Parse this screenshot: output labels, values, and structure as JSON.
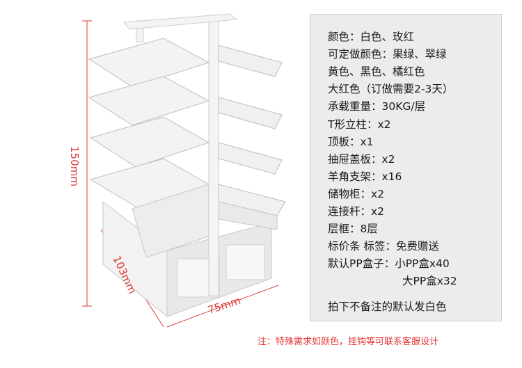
{
  "dimensions": {
    "height": "150mm",
    "depth": "103mm",
    "width": "75mm"
  },
  "specs": {
    "lines": [
      "颜色：白色、玫红",
      "可定做颜色：果绿、翠绿",
      "黄色、黑色、橘红色",
      "大红色（订做需要2-3天）",
      "承载重量：30KG/层",
      "T形立柱：x2",
      "顶板：x1",
      "抽屉盖板：x2",
      "羊角支架：x16",
      "储物柜：x2",
      "连接杆：x2",
      "层框：8层",
      "标价条 标签：免费赠送",
      "默认PP盒子：小PP盒x40",
      "大PP盒x32",
      "拍下不备注的默认发白色"
    ]
  },
  "footnote": "注：特殊需求如颜色，挂钩等可联系客服设计",
  "colors": {
    "dimension_red": "#e03a3a",
    "panel_bg": "#ececec"
  }
}
